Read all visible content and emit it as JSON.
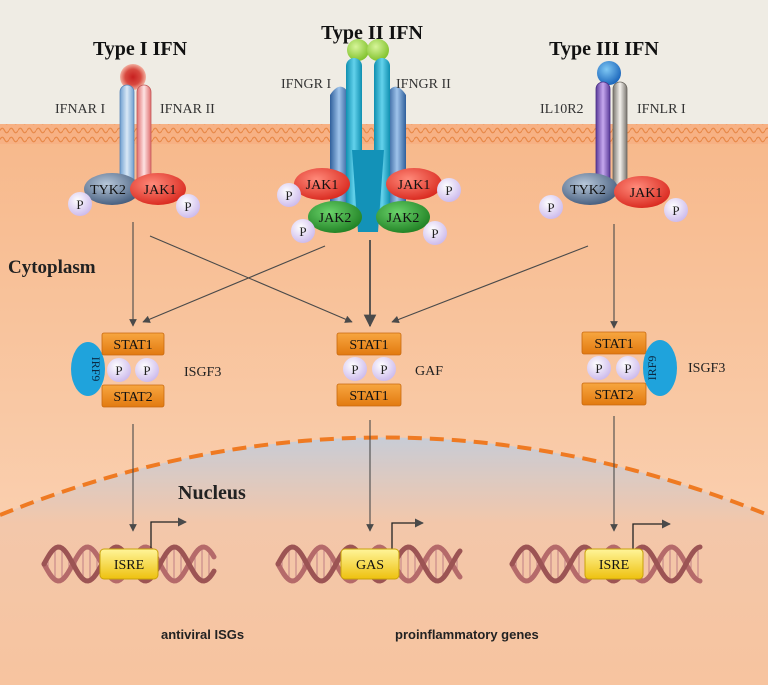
{
  "types": {
    "type1": "Type I IFN",
    "type2": "Type II IFN",
    "type3": "Type III IFN"
  },
  "receptors": {
    "ifnar1": "IFNAR I",
    "ifnar2": "IFNAR II",
    "ifngr1": "IFNGR I",
    "ifngr2": "IFNGR II",
    "il10r2": "IL10R2",
    "ifnlr1": "IFNLR I"
  },
  "kinases": {
    "tyk2": "TYK2",
    "jak1": "JAK1",
    "jak2": "JAK2"
  },
  "phospho": "P",
  "regions": {
    "cytoplasm": "Cytoplasm",
    "nucleus": "Nucleus"
  },
  "complexes": {
    "stat1": "STAT1",
    "stat2": "STAT2",
    "irf9": "IRF9",
    "isgf3": "ISGF3",
    "gaf": "GAF"
  },
  "elements": {
    "isre": "ISRE",
    "gas": "GAS"
  },
  "outputs": {
    "antiviral": "antiviral ISGs",
    "proinflammatory": "proinflammatory genes"
  },
  "colors": {
    "extracellular": "#efece4",
    "cytoplasm": "#f6c29a",
    "nucleus": "#f7c6a6",
    "membrane": "#f4a46a",
    "stat": "#f08c1e",
    "irf9": "#1fa3dc",
    "jak1": "#e83a2c",
    "jak2": "#2e9a2e",
    "tyk2": "#6f86a3",
    "phospho": "#d9c9ee",
    "dna": "#b56a6a",
    "element": "#f1d21a"
  }
}
